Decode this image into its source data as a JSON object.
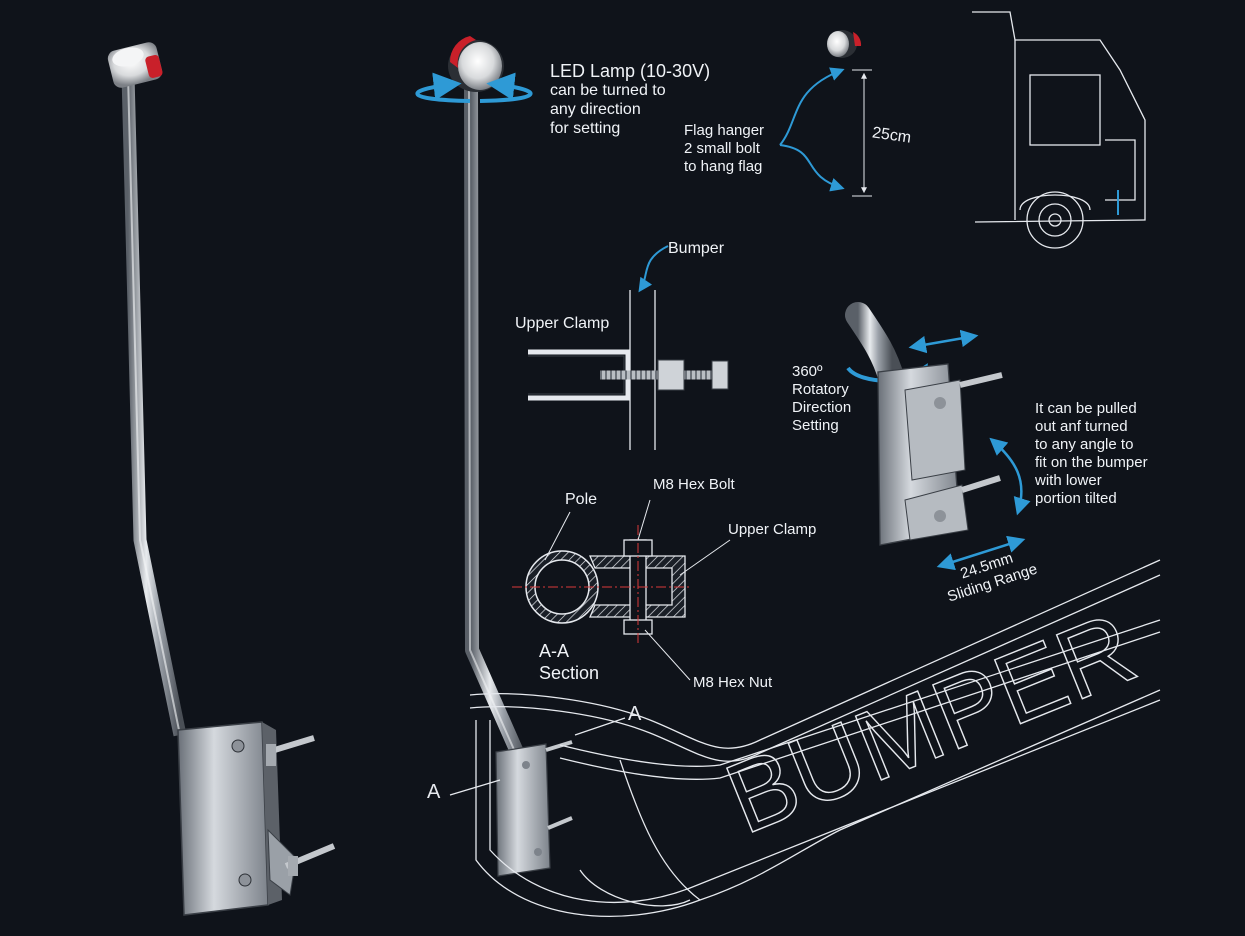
{
  "labels": {
    "led_title": "LED Lamp (10-30V)",
    "led_desc": "can be turned to\nany direction\nfor setting",
    "flag_hanger": "Flag hanger\n2 small bolt\nto hang flag",
    "dim_25cm": "25cm",
    "bumper": "Bumper",
    "upper_clamp_top": "Upper Clamp",
    "rotatory": "360º\nRotatory\nDirection\nSetting",
    "pull_note": "It can be pulled\nout anf turned\nto any angle to\nfit on the bumper\nwith lower\nportion tilted",
    "sliding_range": "24.5mm\nSliding Range",
    "pole": "Pole",
    "m8_bolt": "M8 Hex Bolt",
    "upper_clamp_sec": "Upper Clamp",
    "section": "A-A\nSection",
    "m8_nut": "M8 Hex Nut",
    "section_mark_a1": "A",
    "section_mark_a2": "A",
    "bumper_word": "BUMPER"
  },
  "colors": {
    "background": "#0f131a",
    "accent_arrow": "#2e9ad6",
    "lamp_red": "#c9202a",
    "steel": "#c8ccd2",
    "line": "#e6e9ee"
  }
}
